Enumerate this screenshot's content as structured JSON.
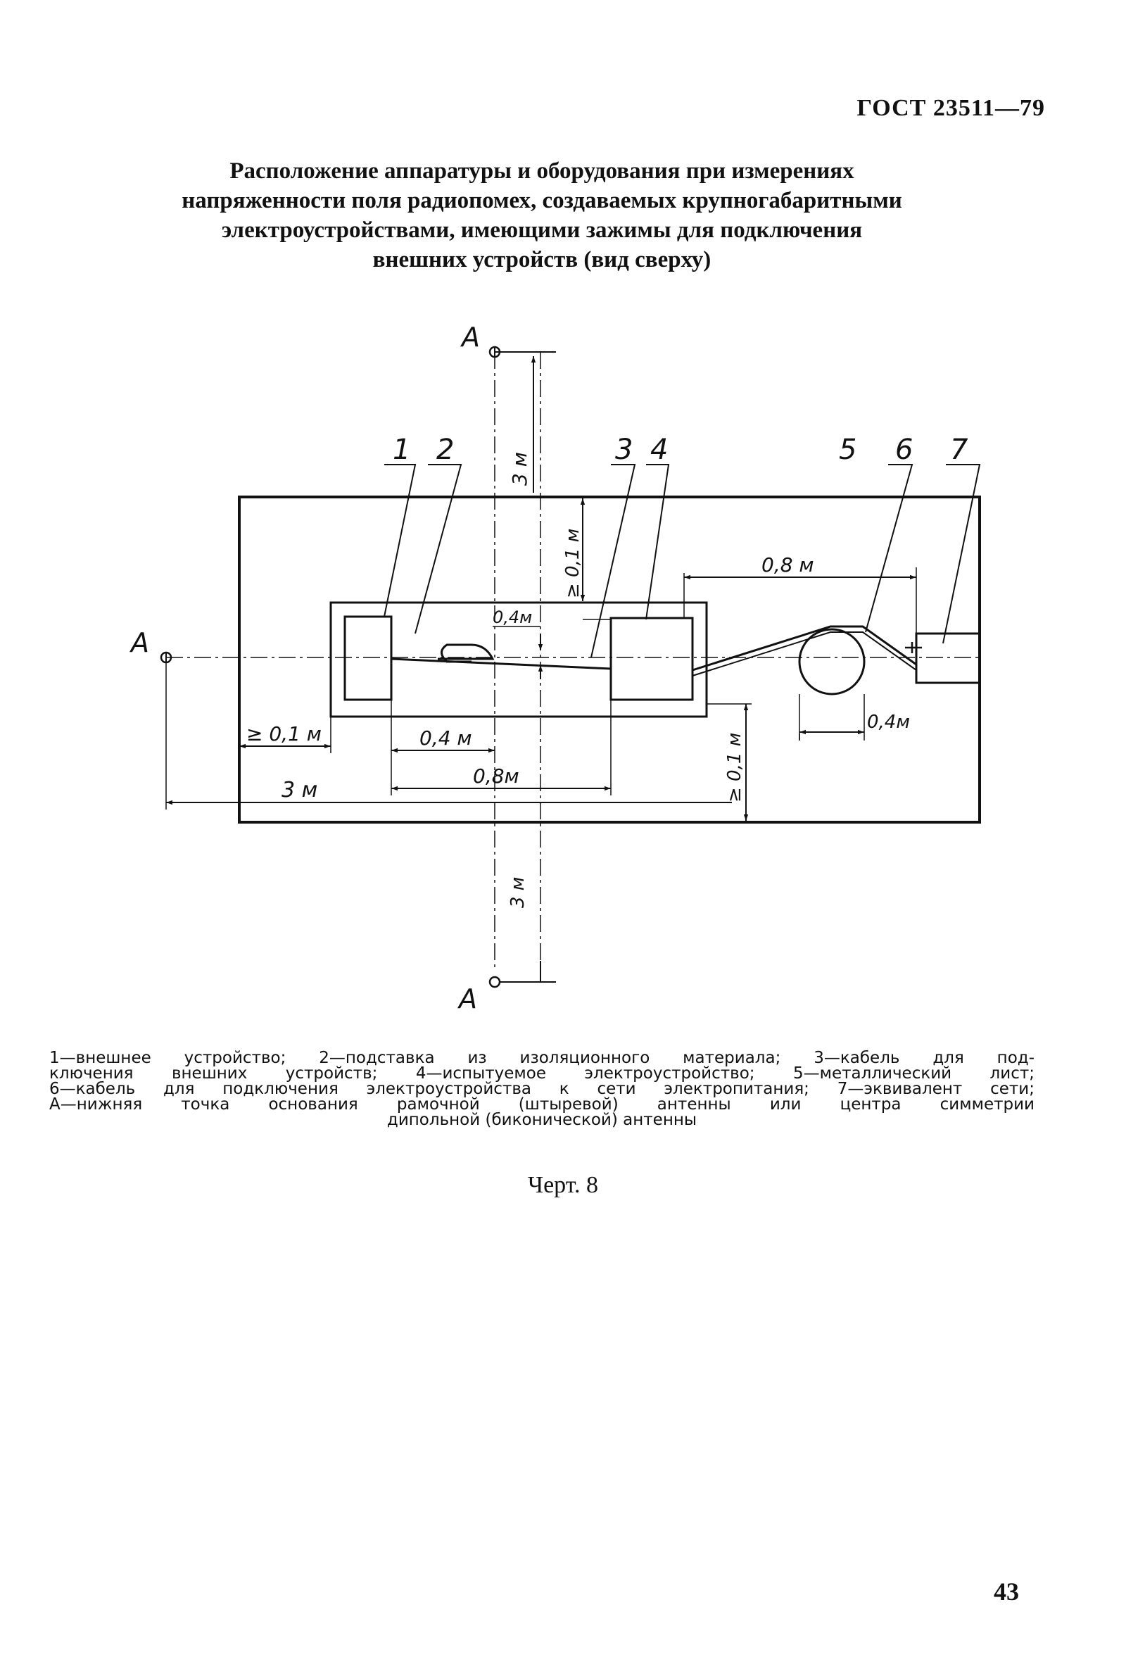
{
  "header": {
    "doc_code": "ГОСТ 23511—79"
  },
  "title": {
    "lines": [
      "Расположение аппаратуры и оборудования при измерениях",
      "напряженности поля радиопомех, создаваемых крупногабаритными",
      "электроустройствами, имеющими зажимы для подключения",
      "внешних устройств (вид сверху)"
    ]
  },
  "drawing": {
    "point_labels": {
      "top": "A",
      "left": "A",
      "bottom": "A"
    },
    "callouts": [
      "1",
      "2",
      "3",
      "4",
      "5",
      "6",
      "7"
    ],
    "dimensions": {
      "vertical_top_3m": "3 м",
      "gap_top_01m": "≥ 0,1 м",
      "sheet_to_equiv_08m": "0,8 м",
      "device_gap_04m": "0,4м",
      "left_margin_01m": "≥ 0,1 м",
      "left_04m": "0,4 м",
      "base_08m": "0,8м",
      "left_3m": "3 м",
      "gap_bottom_01m": "≥ 0,1 м",
      "coil_04m": "0,4м",
      "vertical_bottom_3m": "3 м"
    }
  },
  "legend": {
    "lines": [
      "1—внешнее устройство; 2—подставка из изоляционного материала; 3—кабель для под-",
      "ключения внешних устройств; 4—испытуемое электроустройство; 5—металлический лист;",
      "6—кабель для подключения электроустройства к сети электропитания; 7—эквивалент сети;",
      "А—нижняя точка основания рамочной (штыревой) антенны или центра симметрии"
    ],
    "last_line": "дипольной (биконической) антенны"
  },
  "caption": "Черт. 8",
  "page_number": "43"
}
